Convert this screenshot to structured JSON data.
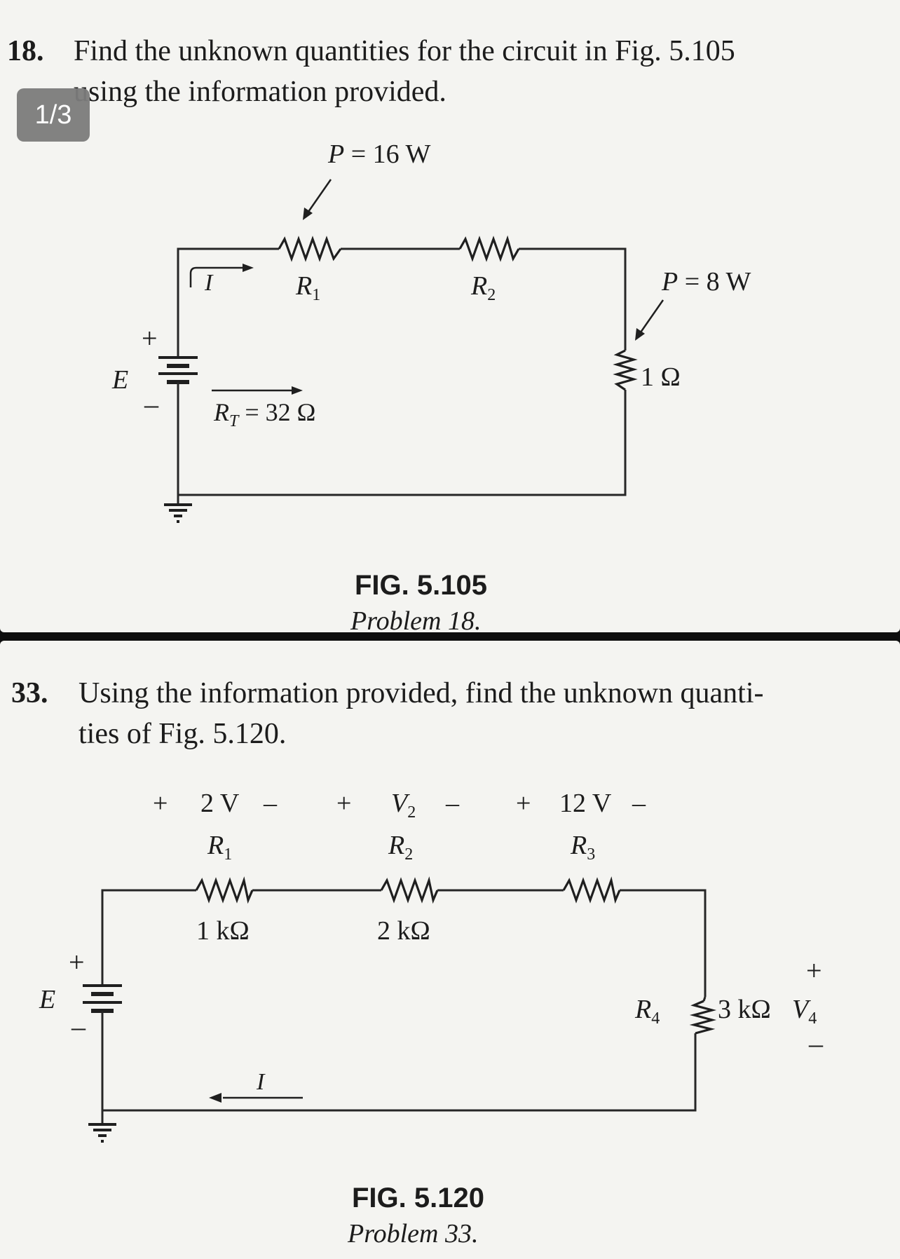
{
  "badge": "1/3",
  "problem18": {
    "number": "18.",
    "line1": "Find the unknown quantities for the circuit in Fig. 5.105",
    "line2": "using the information provided.",
    "figure": {
      "power_top": "P = 16 W",
      "current": "I",
      "r1": "R",
      "r1_sub": "1",
      "r2": "R",
      "r2_sub": "2",
      "power_right": "P = 8 W",
      "r_right": "1 Ω",
      "source": "E",
      "plus": "+",
      "minus": "–",
      "rt": "R",
      "rt_sub": "T",
      "rt_value": " = 32 Ω",
      "caption": "FIG. 5.105",
      "subcaption": "Problem 18."
    }
  },
  "problem33": {
    "number": "33.",
    "line1": "Using the information provided, find the unknown quanti-",
    "line2": "ties of Fig. 5.120.",
    "figure": {
      "v1_plus": "+",
      "v1": "2 V",
      "v1_minus": "–",
      "v2_plus": "+",
      "v2": "V",
      "v2_sub": "2",
      "v2_minus": "–",
      "v3_plus": "+",
      "v3": "12 V",
      "v3_minus": "–",
      "r1": "R",
      "r1_sub": "1",
      "r2": "R",
      "r2_sub": "2",
      "r3": "R",
      "r3_sub": "3",
      "r1_value": "1 kΩ",
      "r2_value": "2 kΩ",
      "source": "E",
      "plus": "+",
      "minus": "–",
      "r4": "R",
      "r4_sub": "4",
      "r4_value": "3 kΩ",
      "v4": "V",
      "v4_sub": "4",
      "v4_plus": "+",
      "v4_minus": "–",
      "current": "I",
      "caption": "FIG. 5.120",
      "subcaption": "Problem 33."
    }
  }
}
